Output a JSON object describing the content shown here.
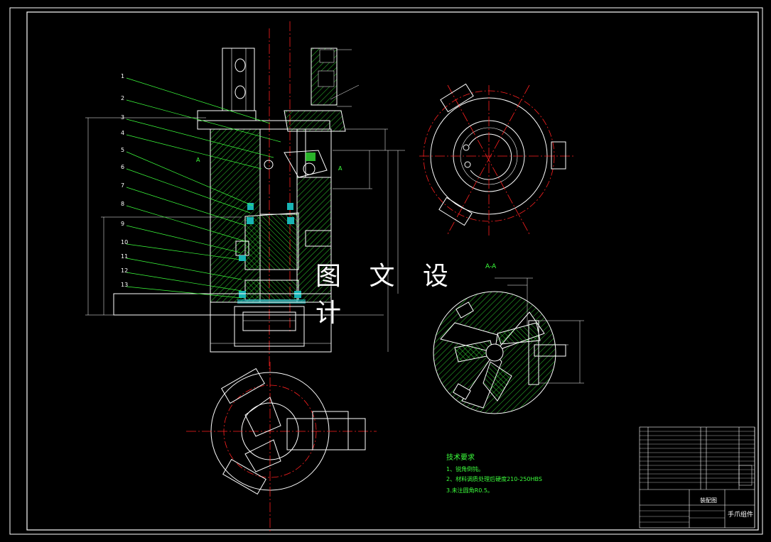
{
  "watermark": "图 文 设 计",
  "section_label": "A-A",
  "cut_marks": [
    "A",
    "A"
  ],
  "callouts": [
    "1",
    "2",
    "3",
    "4",
    "5",
    "6",
    "7",
    "8",
    "9",
    "10",
    "11",
    "12",
    "13"
  ],
  "tech_requirements": {
    "title": "技术要求",
    "lines": [
      "1、锐角倒钝。",
      "2、材料调质处理后硬度210-250HBS",
      "3.未注圆角R0.5。"
    ]
  },
  "title_block": {
    "drawing_name": "装配图",
    "part_name": "手爪组件"
  },
  "colors": {
    "outline": "#ffffff",
    "centerline": "#ff2020",
    "hatch": "#3cff3c",
    "leader": "#3cff3c",
    "seal": "#18b4b4",
    "dimension": "#ffffff"
  }
}
